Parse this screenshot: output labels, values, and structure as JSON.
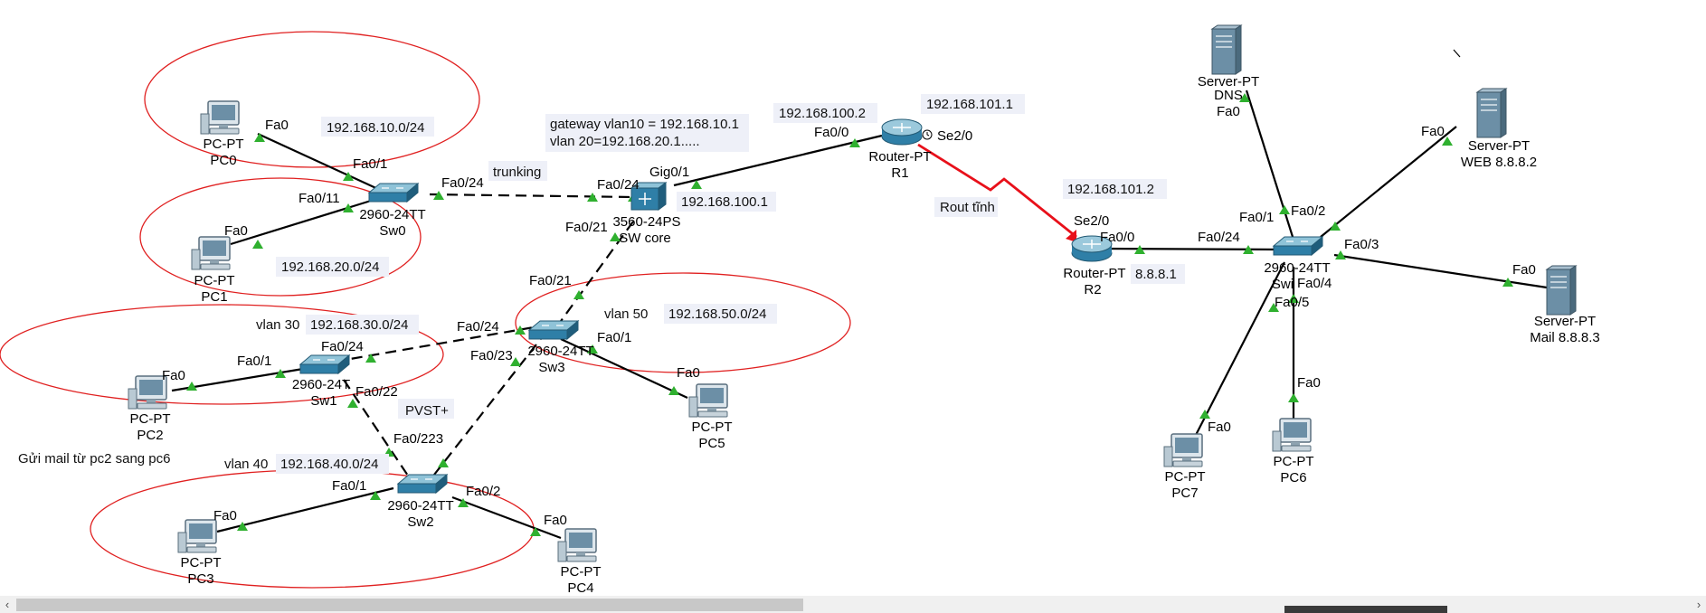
{
  "topology": {
    "devices": {
      "pc0": {
        "type": "PC-PT",
        "name": "PC0"
      },
      "pc1": {
        "type": "PC-PT",
        "name": "PC1"
      },
      "pc2": {
        "type": "PC-PT",
        "name": "PC2"
      },
      "pc3": {
        "type": "PC-PT",
        "name": "PC3"
      },
      "pc4": {
        "type": "PC-PT",
        "name": "PC4"
      },
      "pc5": {
        "type": "PC-PT",
        "name": "PC5"
      },
      "pc6": {
        "type": "PC-PT",
        "name": "PC6"
      },
      "pc7": {
        "type": "PC-PT",
        "name": "PC7"
      },
      "sw0": {
        "type": "2960-24TT",
        "name": "Sw0"
      },
      "sw1": {
        "type": "2960-24T",
        "name": "Sw1"
      },
      "sw2": {
        "type": "2960-24TT",
        "name": "Sw2"
      },
      "sw3": {
        "type": "2960-24TT",
        "name": "Sw3"
      },
      "swcore": {
        "type": "3560-24PS",
        "name": "SW core"
      },
      "swi": {
        "type": "2960-24TT",
        "name": "Swi"
      },
      "r1": {
        "type": "Router-PT",
        "name": "R1"
      },
      "r2": {
        "type": "Router-PT",
        "name": "R2"
      },
      "dns": {
        "type": "Server-PT",
        "name": "DNS"
      },
      "web": {
        "type": "Server-PT",
        "name": "WEB 8.8.8.2"
      },
      "mail": {
        "type": "Server-PT",
        "name": "Mail 8.8.8.3"
      }
    },
    "ports": {
      "pc0_fa0": "Fa0",
      "sw0_fa01": "Fa0/1",
      "sw0_fa011": "Fa0/11",
      "pc1_fa0": "Fa0",
      "sw0_fa024": "Fa0/24",
      "core_fa024": "Fa0/24",
      "core_gig01": "Gig0/1",
      "core_fa021": "Fa0/21",
      "sw3_fa021": "Fa0/21",
      "sw3_fa024": "Fa0/24",
      "sw3_fa023": "Fa0/23",
      "sw3_fa01": "Fa0/1",
      "pc5_fa0": "Fa0",
      "sw1_fa024": "Fa0/24",
      "sw1_fa01": "Fa0/1",
      "sw1_fa022": "Fa0/22",
      "pc2_fa0": "Fa0",
      "sw2_fa0223": "Fa0/223",
      "sw2_fa01": "Fa0/1",
      "sw2_fa02": "Fa0/2",
      "pc3_fa0": "Fa0",
      "pc4_fa0": "Fa0",
      "r1_fa00": "Fa0/0",
      "r1_se20": "Se2/0",
      "r2_se20": "Se2/0",
      "r2_fa00": "Fa0/0",
      "swi_fa024": "Fa0/24",
      "swi_fa01": "Fa0/1",
      "swi_fa02": "Fa0/2",
      "swi_fa03": "Fa0/3",
      "swi_fa04": "Fa0/4",
      "swi_fa05": "Fa0/5",
      "dns_fa0": "Fa0",
      "web_fa0": "Fa0",
      "mail_fa0": "Fa0",
      "pc6_fa0": "Fa0",
      "pc7_fa0": "Fa0"
    },
    "notes": {
      "net_vlan10": "192.168.10.0/24",
      "net_vlan20": "192.168.20.0/24",
      "vlan30": "vlan 30",
      "net_vlan30": "192.168.30.0/24",
      "vlan40": "vlan 40",
      "net_vlan40": "192.168.40.0/24",
      "vlan50": "vlan 50",
      "net_vlan50": "192.168.50.0/24",
      "trunking": "trunking",
      "gateway1": "gateway vlan10 = 192.168.10.1",
      "gateway2": "vlan 20=192.168.20.1.....",
      "core_ip": "192.168.100.1",
      "r1_fa_ip": "192.168.100.2",
      "r1_se_ip": "192.168.101.1",
      "r2_se_ip": "192.168.101.2",
      "r2_fa_ip": "8.8.8.1",
      "static_route": "Rout tĩnh",
      "pvst": "PVST+",
      "mail_task": "Gửi mail từ pc2 sang pc6"
    }
  },
  "colors": {
    "link": "#000000",
    "serial_link": "#e8101a",
    "vlan_circle": "#e02020",
    "link_up": "#2fb02f",
    "device_blue": "#2f7fa7"
  },
  "scrollbar": {
    "left_arrow": "‹",
    "right_arrow": "›"
  }
}
